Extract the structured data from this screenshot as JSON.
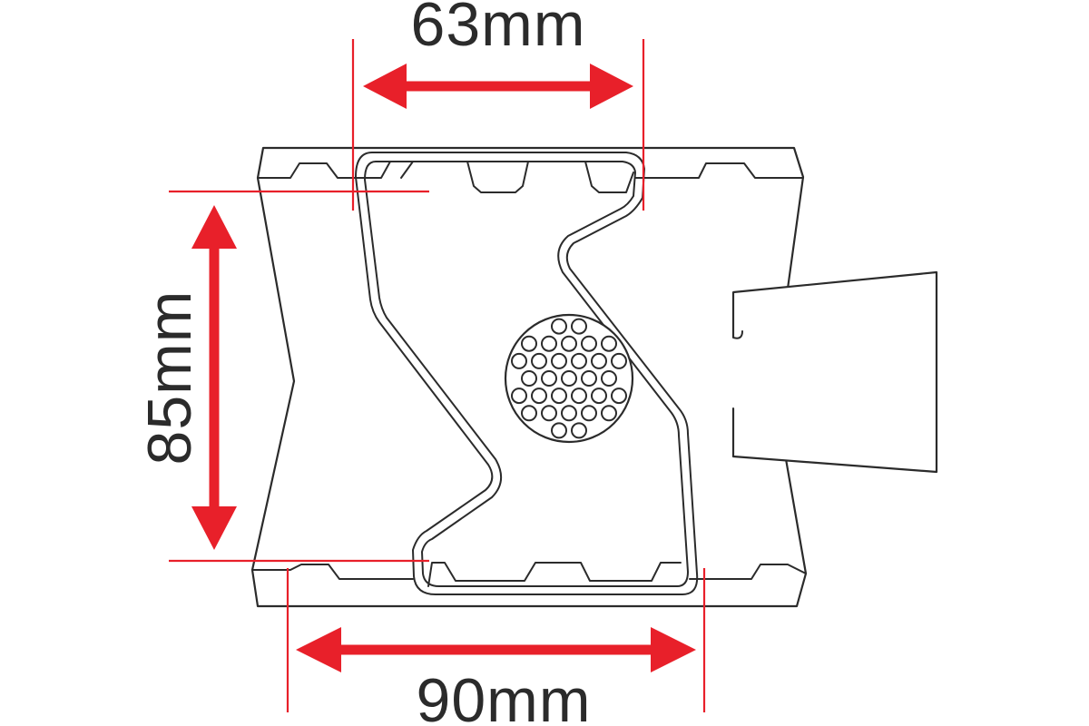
{
  "dimensions": {
    "top_width": "63mm",
    "height": "85mm",
    "bottom_width": "90mm"
  },
  "colors": {
    "dimension": "#e8202a",
    "outline": "#2b2b2b",
    "background": "#ffffff"
  }
}
